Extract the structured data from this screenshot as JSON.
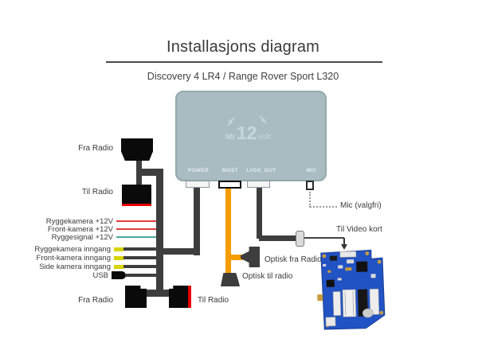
{
  "title": "Installasjons diagram",
  "subtitle": "Discovery 4 LR4 / Range Rover Sport L320",
  "device": {
    "logo_prefix": "Mr",
    "logo_number": "12",
    "logo_suffix": "volt",
    "ports": [
      {
        "label": "POWER"
      },
      {
        "label": "MOST"
      },
      {
        "label": "LVDS_OUT"
      },
      {
        "label": "MIC"
      }
    ]
  },
  "left": {
    "fra_radio_top": "Fra Radio",
    "til_radio_top": "Til Radio",
    "rows": [
      {
        "label": "Ryggekamera +12V",
        "wire": "thin-red"
      },
      {
        "label": "Front-kamera +12V",
        "wire": "thin-red"
      },
      {
        "label": "Ryggesignal +12V",
        "wire": "thin-teal"
      },
      {
        "label": "Ryggekamera inngang",
        "wire": "yellow-plug"
      },
      {
        "label": "Front-kamera inngang",
        "wire": "yellow-plug"
      },
      {
        "label": "Side kamera inngang",
        "wire": "yellow-plug"
      },
      {
        "label": "USB",
        "wire": "usb-plug"
      }
    ],
    "fra_radio_bottom": "Fra Radio",
    "til_radio_bottom": "Til Radio"
  },
  "right": {
    "mic_label": "Mic (valgfri)",
    "video_label": "Til Video kort",
    "optical_from_label": "Optisk fra Radio",
    "optical_to_label": "Optisk til radio"
  },
  "colors": {
    "device_box": "#a9bcc1",
    "cable_dark": "#3e3e3e",
    "optical_orange": "#f59d00",
    "wire_red": "#e23b3b",
    "wire_teal": "#4ba69e",
    "plug_yellow": "#d8d400",
    "accent_red": "#e60000",
    "pcb_blue": "#2253c4"
  }
}
